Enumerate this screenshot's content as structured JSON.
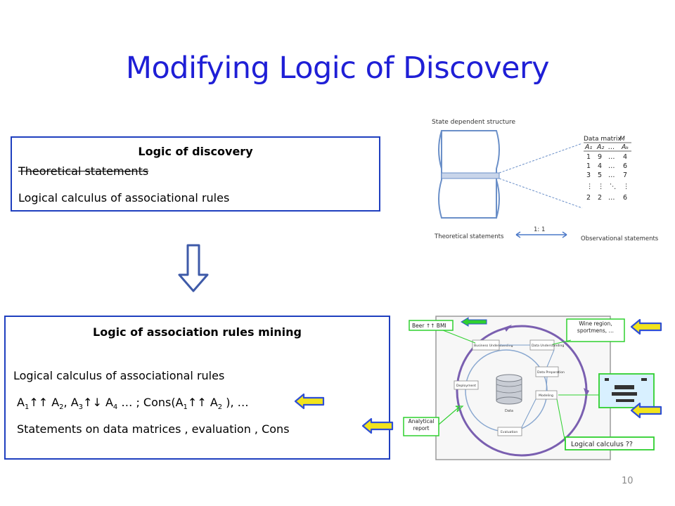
{
  "slide": {
    "title": "Modifying Logic of Discovery",
    "page_number": "10"
  },
  "box_top": {
    "heading": "Logic of discovery",
    "struck_line": "Theoretical statements",
    "line": "Logical calculus  of associational rules"
  },
  "box_bottom": {
    "heading": "Logic of association rules mining",
    "line1": "Logical  calculus of associational rules",
    "formula": {
      "a1": "A",
      "sub1": "1",
      "op1": "↑↑",
      "a2": " A",
      "sub2": "2",
      "sep1": ",  A",
      "sub3": "3",
      "op2": "↑↓",
      "a4": " A",
      "sub4": "4",
      "tail1": " … ;  Cons(A",
      "sub5": "1",
      "op3": "↑↑",
      "a6": " A",
      "sub6": "2",
      "tail2": " ), …"
    },
    "line3": "Statements  on data matrices , evaluation , Cons"
  },
  "figure_top": {
    "caption": "State dependent structure",
    "matrix_label": "Data matrix",
    "matrix_symbol": "M",
    "header": [
      "A₁",
      "A₂",
      "…",
      "Aₖ"
    ],
    "rows": [
      [
        "1",
        "9",
        "…",
        "4"
      ],
      [
        "1",
        "4",
        "…",
        "6"
      ],
      [
        "3",
        "5",
        "…",
        "7"
      ],
      [
        "⋮",
        "⋮",
        "⋱",
        "⋮"
      ],
      [
        "2",
        "2",
        "…",
        "6"
      ]
    ],
    "left_label": "Theoretical statements",
    "ratio": "1: 1",
    "right_label": "Observational statements"
  },
  "figure_bottom": {
    "beer_label": "Beer ↑↑ BMI",
    "wine_label": "Wine region, sportmens, …",
    "analytical_report": "Analytical report",
    "logical_calculus": "Logical calculus  ??",
    "phases": {
      "business": "Business Understanding",
      "data_understanding": "Data Understanding",
      "data_preparation": "Data Preparation",
      "modeling": "Modeling",
      "evaluation": "Evaluation",
      "deployment": "Deployment",
      "data": "Data"
    }
  },
  "colors": {
    "title": "#1f1fd6",
    "box_border": "#1f3fbf",
    "arrow_fill": "#f2e41c",
    "arrow_outline": "#2f4fd6",
    "highlight_green": "#2fd02f",
    "cycle_purple": "#7a5fb0"
  }
}
